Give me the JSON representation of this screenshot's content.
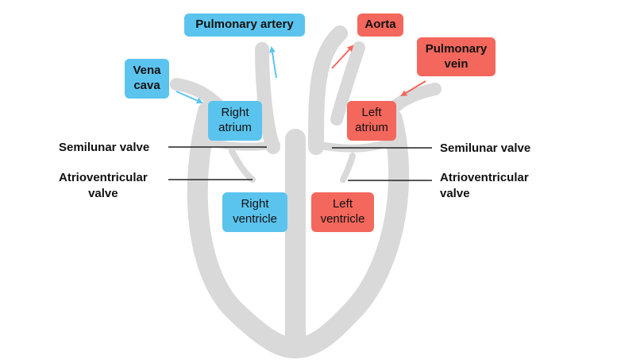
{
  "colors": {
    "blue": "#5bc4ee",
    "red": "#f4675c",
    "heart": "#d9d9d9",
    "line": "#222222"
  },
  "labels": {
    "pulmonary_artery": "Pulmonary artery",
    "aorta": "Aorta",
    "vena_cava": "Vena\ncava",
    "pulmonary_vein": "Pulmonary\nvein",
    "right_atrium": "Right\natrium",
    "left_atrium": "Left\natrium",
    "right_ventricle": "Right\nventricle",
    "left_ventricle": "Left\nventricle",
    "semilunar_left": "Semilunar valve",
    "semilunar_right": "Semilunar valve",
    "av_left": "Atrioventricular\nvalve",
    "av_right": "Atrioventricular\nvalve"
  }
}
